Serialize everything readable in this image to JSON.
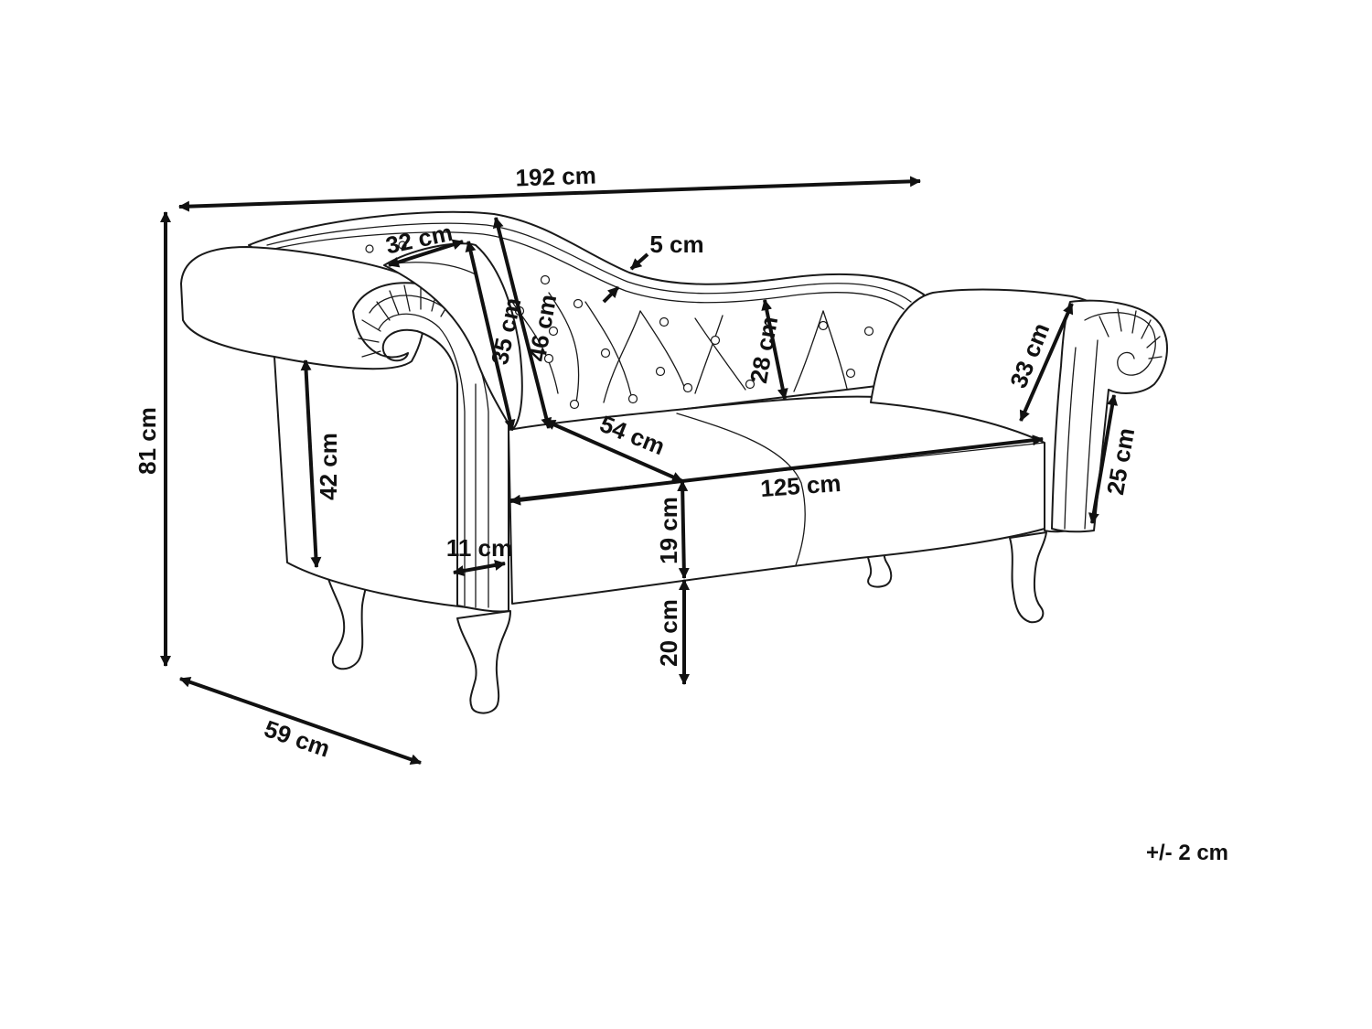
{
  "dimensions": [
    {
      "id": "width-total",
      "label": "192 cm"
    },
    {
      "id": "height-total",
      "label": "81 cm"
    },
    {
      "id": "depth-total",
      "label": "59 cm"
    },
    {
      "id": "roll-pillow",
      "label": "32 cm"
    },
    {
      "id": "backrest-frame",
      "label": "5 cm"
    },
    {
      "id": "backrest-height-high",
      "label": "46 cm"
    },
    {
      "id": "armrest-inner-height",
      "label": "35 cm"
    },
    {
      "id": "backrest-height-low",
      "label": "28 cm"
    },
    {
      "id": "right-arm-height",
      "label": "33 cm"
    },
    {
      "id": "right-arm-lower",
      "label": "25 cm"
    },
    {
      "id": "left-arm-height",
      "label": "42 cm"
    },
    {
      "id": "seat-depth",
      "label": "54 cm"
    },
    {
      "id": "seat-width",
      "label": "125 cm"
    },
    {
      "id": "arm-thickness",
      "label": "11 cm"
    },
    {
      "id": "seat-thickness",
      "label": "19 cm"
    },
    {
      "id": "leg-height",
      "label": "20 cm"
    }
  ],
  "tolerance": "+/- 2 cm"
}
